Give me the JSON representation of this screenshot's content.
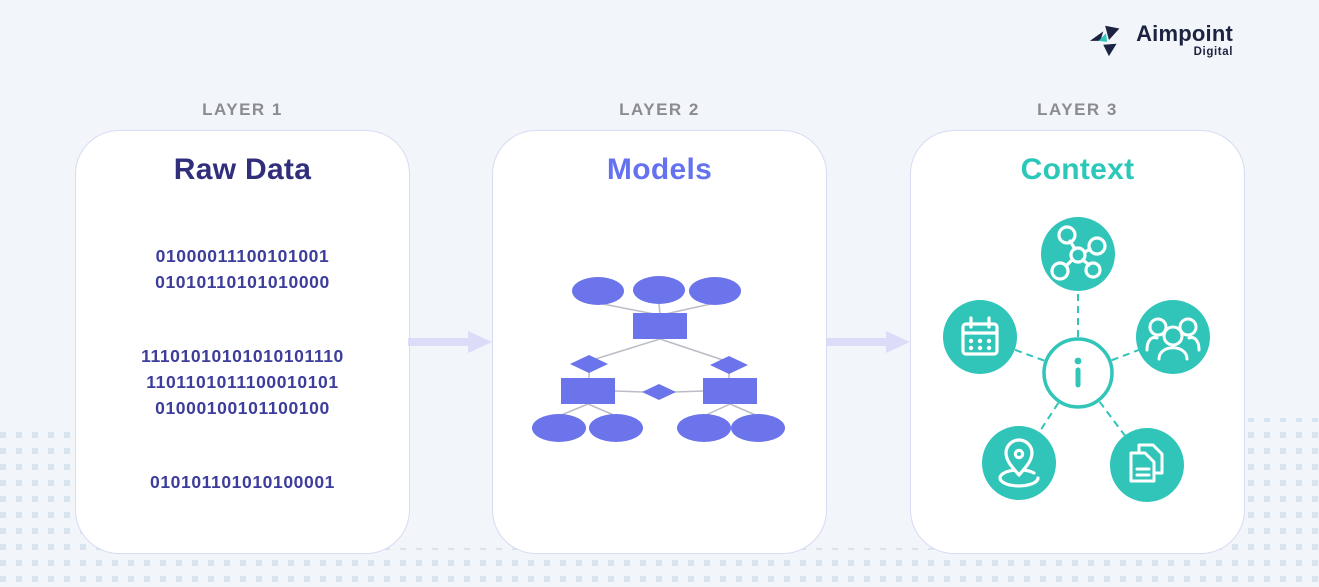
{
  "header": {
    "logo": {
      "brand": "Aimpoint",
      "sub": "Digital"
    }
  },
  "layer_labels": [
    "LAYER 1",
    "LAYER 2",
    "LAYER 3"
  ],
  "cards": {
    "raw_data": {
      "title": "Raw Data",
      "binary_groups": [
        [
          "01000011100101001",
          "01010110101010000"
        ],
        [
          "11101010101010101110",
          "1101101011100010101",
          "01000100101100100"
        ],
        [
          "010101101010100001"
        ]
      ]
    },
    "models": {
      "title": "Models",
      "diagram_icon": "er-diagram"
    },
    "context": {
      "title": "Context",
      "hub_icon": "info",
      "satellite_icons": [
        "network",
        "calendar",
        "people",
        "location",
        "documents"
      ]
    }
  },
  "flow": {
    "arrows": 2
  },
  "colors": {
    "background": "#f2f5f9",
    "card_border": "#d9daf4",
    "layer_label": "#8b8b93",
    "raw_data_title": "#312f7c",
    "binary_text": "#3d3d9c",
    "models_accent": "#6472ef",
    "model_shape_fill": "#6b74ea",
    "diagram_line": "#bcbcc6",
    "context_accent": "#2bc7b8",
    "teal_circle": "#30c5b8",
    "arrow": "#dddcf8",
    "logo_navy": "#1c2340"
  }
}
